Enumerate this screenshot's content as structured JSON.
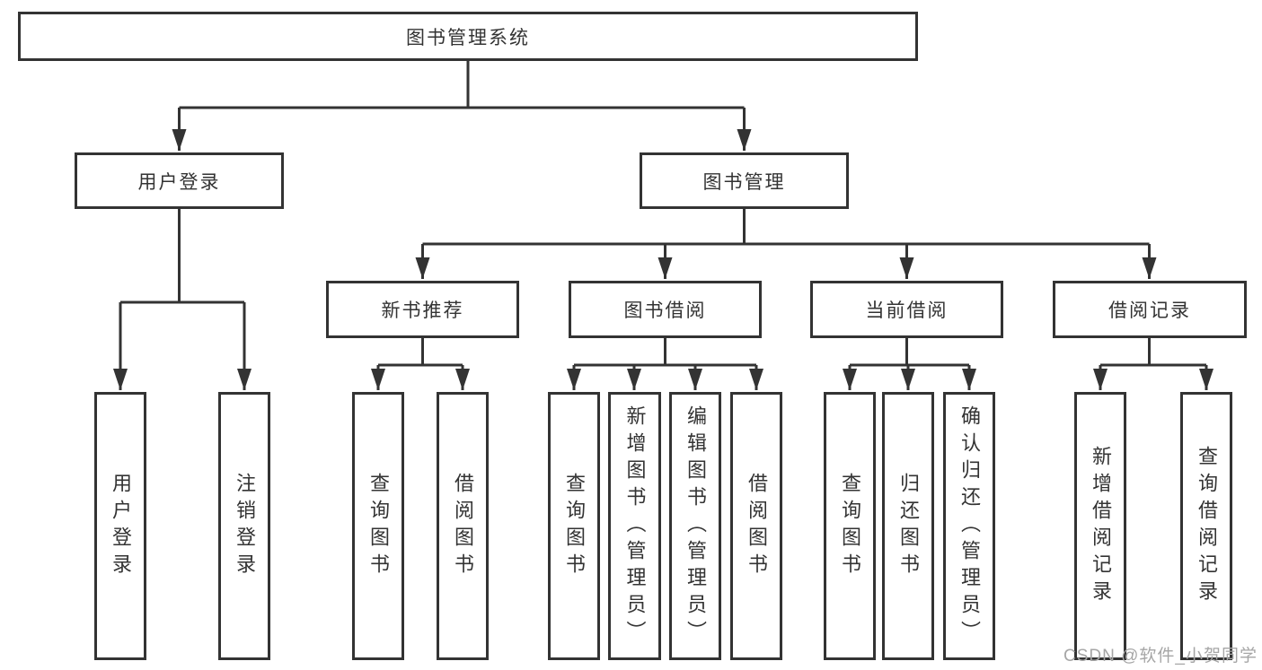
{
  "tree": {
    "label": "图书管理系统",
    "children": [
      {
        "label": "用户登录",
        "children": [
          {
            "label": "用户登录"
          },
          {
            "label": "注销登录"
          }
        ]
      },
      {
        "label": "图书管理",
        "children": [
          {
            "label": "新书推荐",
            "children": [
              {
                "label": "查询图书"
              },
              {
                "label": "借阅图书"
              }
            ]
          },
          {
            "label": "图书借阅",
            "children": [
              {
                "label": "查询图书"
              },
              {
                "label": "新增图书（管理员）"
              },
              {
                "label": "编辑图书（管理员）"
              },
              {
                "label": "借阅图书"
              }
            ]
          },
          {
            "label": "当前借阅",
            "children": [
              {
                "label": "查询图书"
              },
              {
                "label": "归还图书"
              },
              {
                "label": "确认归还（管理员）"
              }
            ]
          },
          {
            "label": "借阅记录",
            "children": [
              {
                "label": "新增借阅记录"
              },
              {
                "label": "查询借阅记录"
              }
            ]
          }
        ]
      }
    ]
  },
  "watermark": "CSDN @软件_小贺同学",
  "colors": {
    "line": "#333333",
    "box_border": "#333333",
    "text": "#333333",
    "background": "#ffffff",
    "watermark": "#a6a6a6"
  }
}
